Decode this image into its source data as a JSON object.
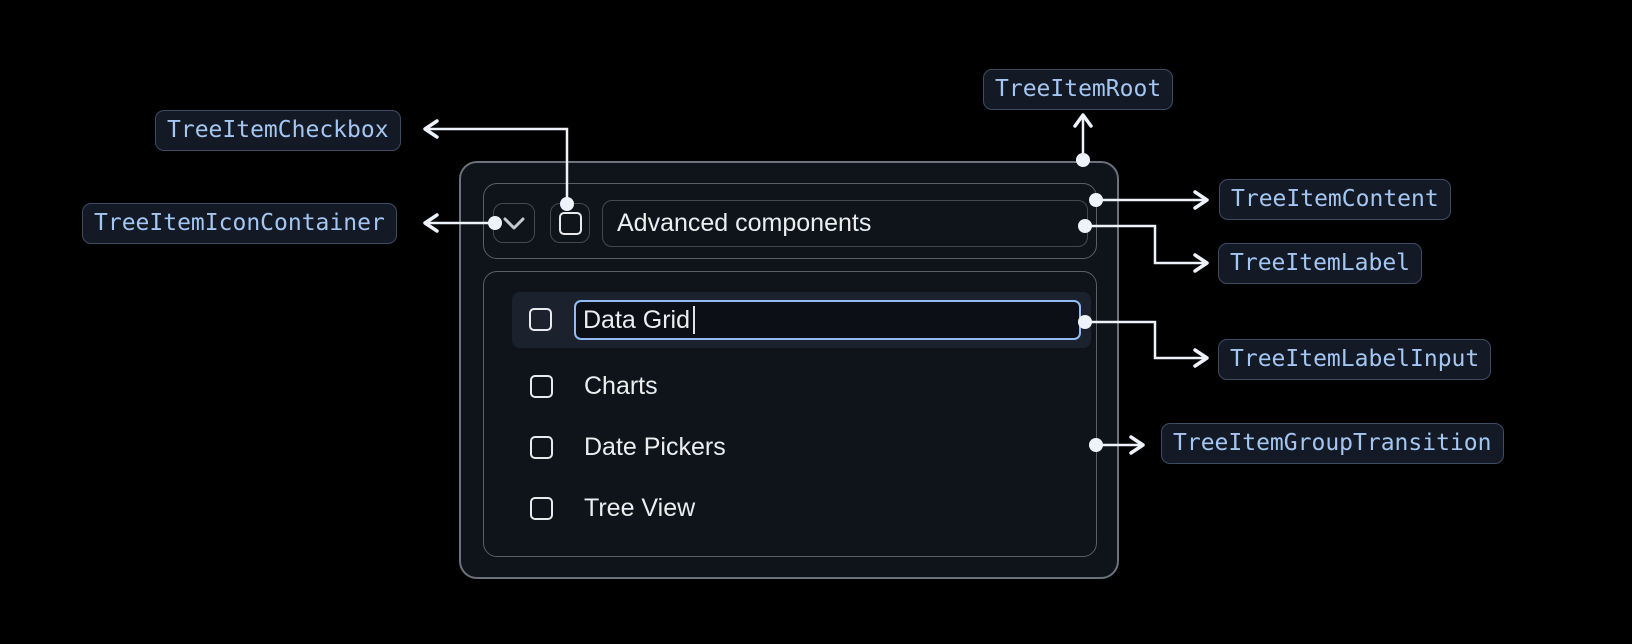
{
  "annotations": {
    "checkbox": "TreeItemCheckbox",
    "icon_container": "TreeItemIconContainer",
    "root": "TreeItemRoot",
    "content": "TreeItemContent",
    "label": "TreeItemLabel",
    "label_input": "TreeItemLabelInput",
    "group_transition": "TreeItemGroupTransition"
  },
  "tree": {
    "parent": {
      "label": "Advanced components",
      "expanded": true,
      "checked": false
    },
    "children": [
      {
        "label": "Data Grid",
        "state": "editing",
        "checked": false
      },
      {
        "label": "Charts",
        "checked": false
      },
      {
        "label": "Date Pickers",
        "checked": false
      },
      {
        "label": "Tree View",
        "checked": false
      }
    ]
  },
  "colors": {
    "background": "#000000",
    "panel_background": "#0f141b",
    "accent_blue_border": "#92bbf3",
    "badge_text": "#a4c6f1",
    "badge_background": "#131a26",
    "badge_border": "#3d4c63",
    "connector": "#eef2fa",
    "text": "#ebedef",
    "row_highlight": "#1b222d"
  }
}
